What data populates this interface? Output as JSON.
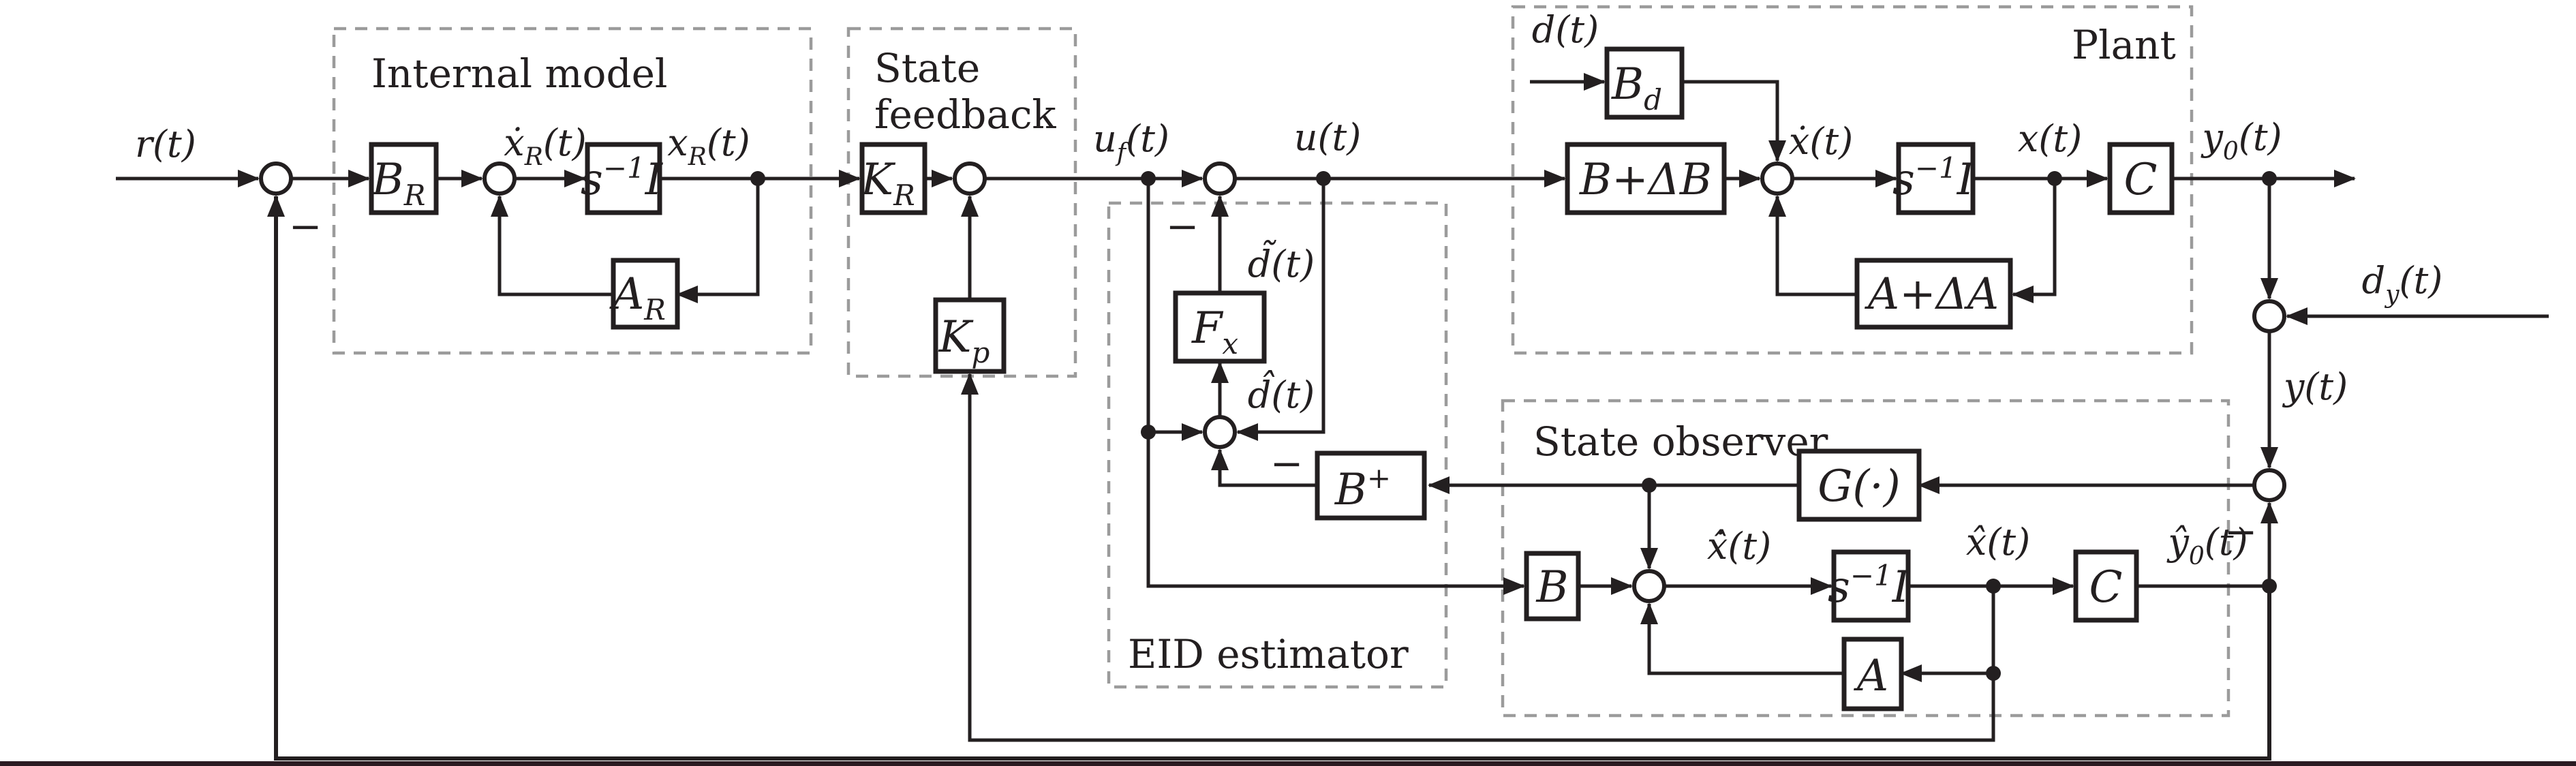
{
  "figure": {
    "type": "control-system-block-diagram",
    "background": "#ffffff",
    "line_color": "#231f20",
    "dashed_box_color": "#9b9b9b",
    "bottom_border_color": "#2b1b22"
  },
  "sections": {
    "internal_model": "Internal model",
    "state_feedback_line1": "State",
    "state_feedback_line2": "feedback",
    "eid_estimator": "EID estimator",
    "plant": "Plant",
    "state_observer": "State observer"
  },
  "blocks": {
    "b_r": {
      "base": "B",
      "sub": "R"
    },
    "integrator_im": {
      "base": "s",
      "sup": "−1",
      "post": "I"
    },
    "a_r": {
      "base": "A",
      "sub": "R"
    },
    "k_r": {
      "base": "K",
      "sub": "R"
    },
    "k_p": {
      "base": "K",
      "sub": "p"
    },
    "f_x": {
      "base": "F",
      "sub": "x"
    },
    "b_plus": {
      "base": "B",
      "sup": "+"
    },
    "b_d": {
      "base": "B",
      "sub": "d"
    },
    "b_delta_b": {
      "base": "B+ΔB"
    },
    "integrator_plant": {
      "base": "s",
      "sup": "−1",
      "post": "I"
    },
    "c_plant": {
      "base": "C"
    },
    "a_delta_a": {
      "base": "A+ΔA"
    },
    "b_obs": {
      "base": "B"
    },
    "integrator_obs": {
      "base": "s",
      "sup": "−1",
      "post": "I"
    },
    "c_obs": {
      "base": "C"
    },
    "a_obs": {
      "base": "A"
    },
    "g_obs": {
      "base": "G(·)"
    }
  },
  "signals": {
    "r": {
      "base": "r",
      "arg": "(t)"
    },
    "x_r_dot": {
      "base": "ẋ",
      "sub": "R",
      "arg": "(t)"
    },
    "x_r": {
      "base": "x",
      "sub": "R",
      "arg": "(t)"
    },
    "u_f": {
      "base": "u",
      "sub": "f",
      "arg": "(t)"
    },
    "u": {
      "base": "u",
      "arg": "(t)"
    },
    "d": {
      "base": "d",
      "arg": "(t)"
    },
    "x_dot": {
      "base": "ẋ",
      "arg": "(t)"
    },
    "x": {
      "base": "x",
      "arg": "(t)"
    },
    "y0": {
      "base": "y",
      "sub": "0",
      "arg": "(t)"
    },
    "d_y": {
      "base": "d",
      "sub": "y",
      "arg": "(t)"
    },
    "y": {
      "base": "y",
      "arg": "(t)"
    },
    "d_tilde": {
      "base": "d̃",
      "arg": "(t)"
    },
    "d_hat": {
      "base": "d̂",
      "arg": "(t)"
    },
    "x_hat_dot": {
      "base": "x̂̇",
      "arg": "(t)"
    },
    "x_hat": {
      "base": "x̂",
      "arg": "(t)"
    },
    "y0_hat": {
      "base": "ŷ",
      "sub": "0",
      "arg": "(t)"
    }
  },
  "operators": {
    "minus_s1": "−",
    "minus_s4": "−",
    "minus_s6": "−",
    "minus_s8": "−"
  }
}
